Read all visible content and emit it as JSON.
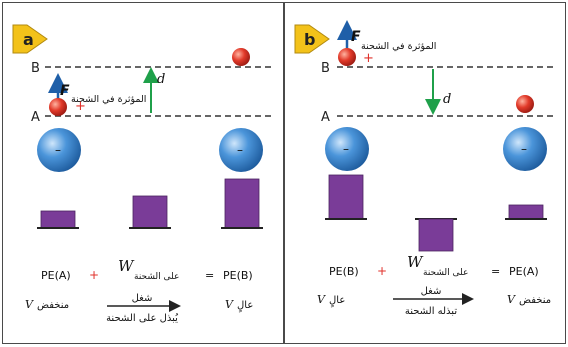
{
  "colors": {
    "arrow_blue": "#1f5fa8",
    "arrow_green": "#1fa04a",
    "plus_red": "#e0302a",
    "sphere_blue": "#3a86d0",
    "bar_purple": "#7a3c98",
    "tab_yellow": "#f3c21a",
    "line": "#333333"
  },
  "icons": [
    "positive-charge-icon",
    "negative-sphere-icon",
    "panel-tab-icon"
  ],
  "panel_a": {
    "tab_label": "a",
    "level_top": "B",
    "level_bottom": "A",
    "force_symbol": "F",
    "force_subscript": "المؤثرة في الشحنة",
    "distance_label": "d",
    "charge_sign": "+",
    "sphere_sign": "–",
    "equation": {
      "left_term": "PE(A)",
      "plus": "+",
      "work_symbol": "W",
      "work_subscript": "على الشحنة",
      "equals": "=",
      "right_term": "PE(B)"
    },
    "process": {
      "from_symbol": "V",
      "from_label": "منخفض",
      "arrow_top": "شغل",
      "arrow_bottom": "يُبذل على الشحنة",
      "to_symbol": "V",
      "to_label": "عالٍ"
    }
  },
  "panel_b": {
    "tab_label": "b",
    "level_top": "B",
    "level_bottom": "A",
    "force_symbol": "F",
    "force_subscript": "المؤثرة في الشحنة",
    "distance_label": "d",
    "charge_sign": "+",
    "sphere_sign": "–",
    "equation": {
      "left_term": "PE(B)",
      "plus": "+",
      "work_symbol": "W",
      "work_subscript": "على الشحنة",
      "equals": "=",
      "right_term": "PE(A)"
    },
    "process": {
      "from_symbol": "V",
      "from_label": "عالٍ",
      "arrow_top": "شغل",
      "arrow_bottom": "تبذله الشحنة",
      "to_symbol": "V",
      "to_label": "منخفض"
    }
  }
}
